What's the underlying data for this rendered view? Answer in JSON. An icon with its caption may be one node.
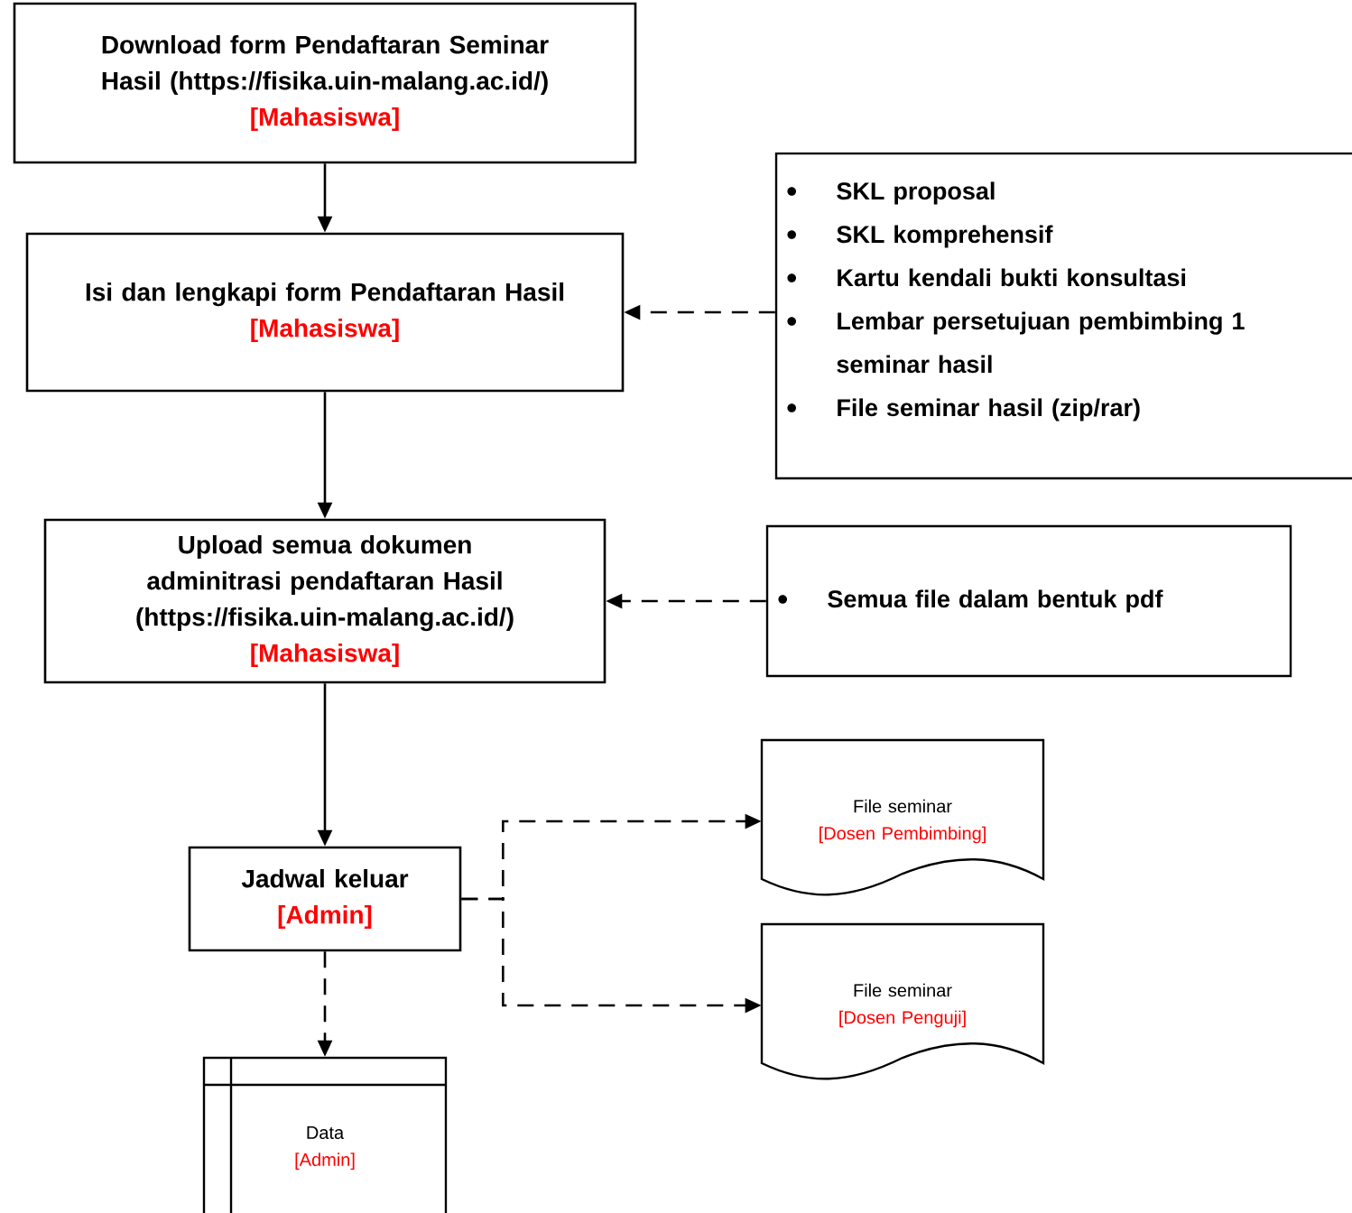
{
  "diagram": {
    "nodes": [
      {
        "text": [
          "Download form Pendaftaran Seminar Hasil (https://fisika.uin-malang.ac.id/)",
          "[Mahasiswa]"
        ]
      },
      {
        "text": [
          "Isi dan lengkapi form Pendaftaran Hasil",
          "[Mahasiswa]"
        ]
      },
      {
        "text": [
          "SKL proposal",
          "SKL komprehensif",
          "Kartu kendali bukti konsultasi",
          "Lembar persetujuan pembimbing 1 seminar hasil",
          "File seminar hasil (zip/rar)"
        ]
      },
      {
        "text": [
          "Upload semua dokumen adminitrasi pendaftaran Hasil (https://fisika.uin-malang.ac.id/)",
          "[Mahasiswa]"
        ]
      },
      {
        "text": [
          "Semua file dalam bentuk pdf"
        ]
      },
      {
        "text": [
          "Jadwal keluar",
          "[Admin]"
        ]
      },
      {
        "text": [
          "File seminar",
          "[Dosen Pembimbing]"
        ]
      },
      {
        "text": [
          "File seminar",
          "[Dosen Penguji]"
        ]
      },
      {
        "text": [
          "Data",
          "[Admin]"
        ]
      }
    ],
    "edges": [
      {
        "from": 0,
        "to": 1,
        "arrow": "to"
      },
      {
        "from": 2,
        "to": 1,
        "arrow": "to",
        "style": "dashed"
      },
      {
        "from": 1,
        "to": 3,
        "arrow": "to"
      },
      {
        "from": 4,
        "to": 3,
        "arrow": "to",
        "style": "dashed"
      },
      {
        "from": 3,
        "to": 5,
        "arrow": "to"
      },
      {
        "from": 5,
        "to": 6,
        "arrow": "to",
        "style": "dashed"
      },
      {
        "from": 5,
        "to": 7,
        "arrow": "to",
        "style": "dashed"
      },
      {
        "from": 5,
        "to": 8,
        "arrow": "to",
        "style": "dashed"
      }
    ]
  }
}
